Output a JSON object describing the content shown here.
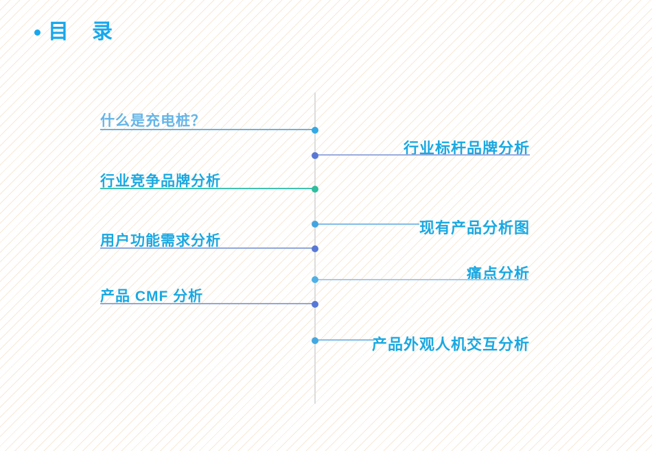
{
  "page": {
    "title": "目　录"
  },
  "colors": {
    "title": "#18a7ec",
    "vline": "#dcdcdc",
    "stripe": "#f3e3cf"
  },
  "toc": {
    "items": [
      {
        "label": "什么是充电桩？",
        "side": "left",
        "text_color": "#64b5e8",
        "line_color": "#66b3e4",
        "dot_color": "#33a9e2"
      },
      {
        "label": "行业标杆品牌分析",
        "side": "right",
        "text_color": "#19a8e2",
        "line_color": "#98abde",
        "dot_color": "#5878d6"
      },
      {
        "label": "行业竞争品牌分析",
        "side": "left",
        "text_color": "#19a8e2",
        "line_color": "#3fc3b0",
        "dot_color": "#2ebe9f"
      },
      {
        "label": "现有产品分析图",
        "side": "right",
        "text_color": "#19a8e2",
        "line_color": "#7fbde9",
        "dot_color": "#42a4e0"
      },
      {
        "label": "用户功能需求分析",
        "side": "left",
        "text_color": "#19a8e2",
        "line_color": "#8fa6dc",
        "dot_color": "#5878d6"
      },
      {
        "label": "痛点分析",
        "side": "right",
        "text_color": "#19a8e2",
        "line_color": "#9fcbed",
        "dot_color": "#4fb0e6"
      },
      {
        "label": "产品 CMF 分析",
        "side": "left",
        "text_color": "#19a8e2",
        "line_color": "#8fa6dc",
        "dot_color": "#5878d6"
      },
      {
        "label": "产品外观人机交互分析",
        "side": "right",
        "text_color": "#19a8e2",
        "line_color": "#7fbde9",
        "dot_color": "#42a8e2"
      }
    ]
  }
}
